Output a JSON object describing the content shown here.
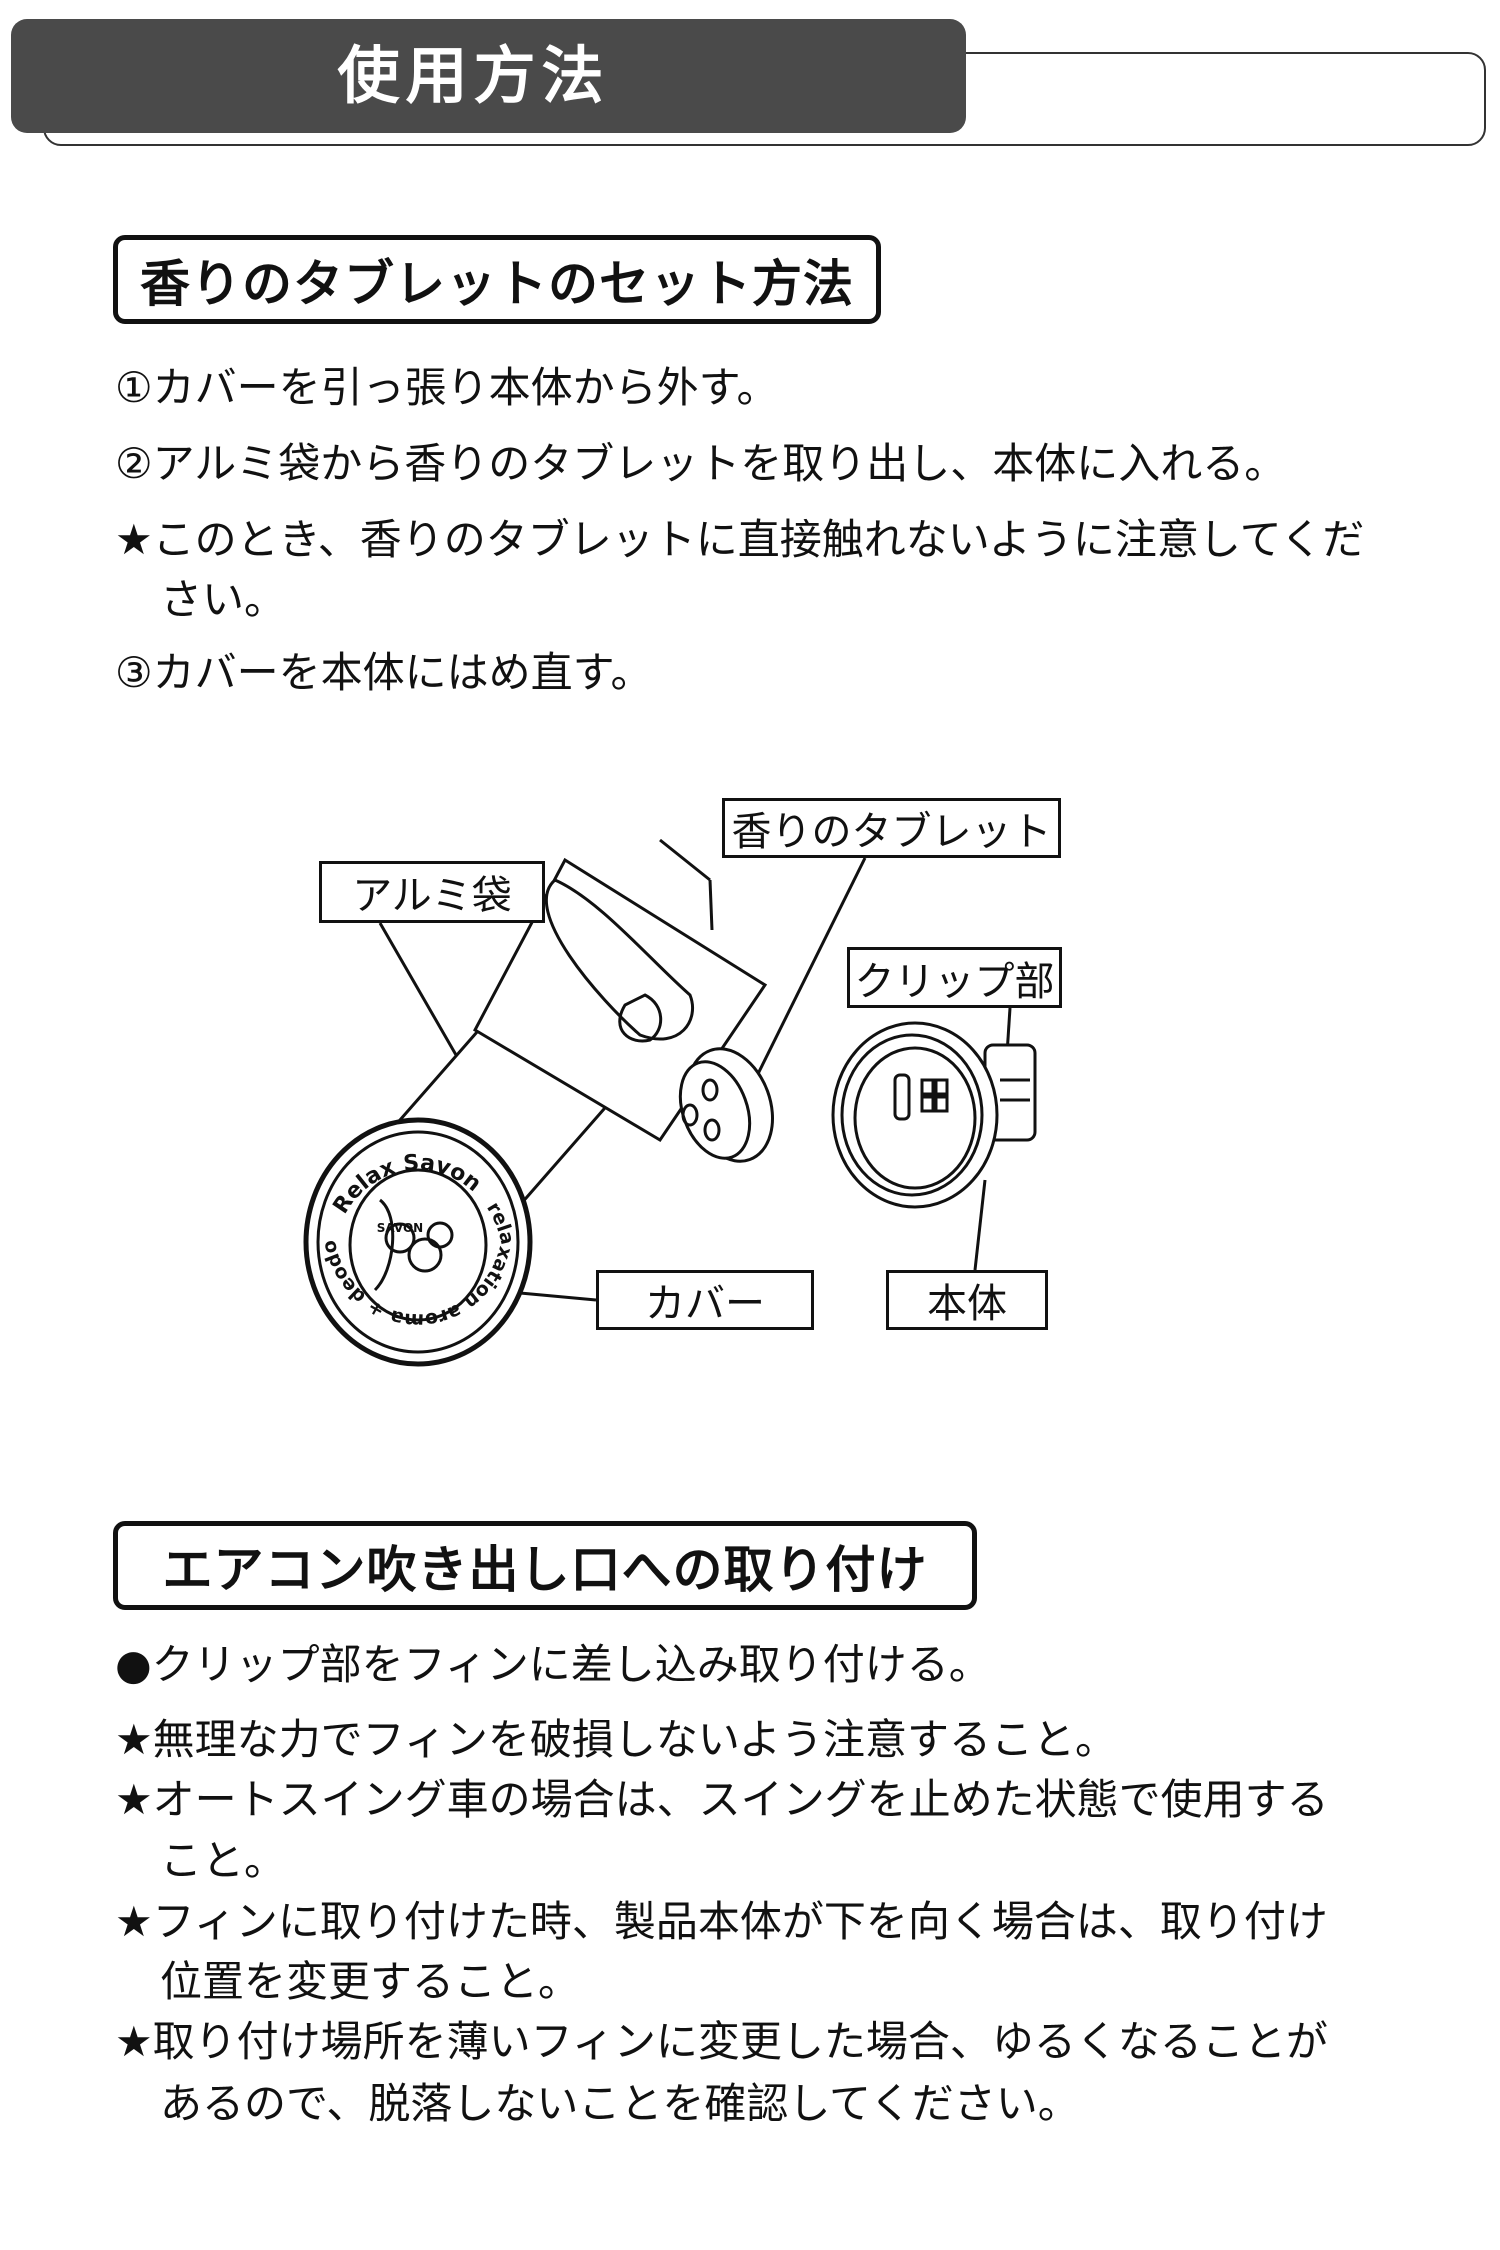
{
  "header": {
    "title": "使用方法"
  },
  "section1": {
    "heading": "香りのタブレットのセット方法",
    "lines": [
      "①カバーを引っ張り本体から外す。",
      "②アルミ袋から香りのタブレットを取り出し、本体に入れる。",
      "★このとき、香りのタブレットに直接触れないように注意してくだ",
      "さい。",
      "③カバーを本体にはめ直す。"
    ]
  },
  "illustration": {
    "labels": {
      "aluminum_bag": "アルミ袋",
      "tablet": "香りのタブレット",
      "clip": "クリップ部",
      "cover": "カバー",
      "body": "本体"
    },
    "cover_print": {
      "top": "Relax Savon",
      "right": "relaxation aroma + deodorant",
      "badge": "SAVON"
    }
  },
  "section2": {
    "heading": "エアコン吹き出し口への取り付け",
    "lines": [
      "●クリップ部をフィンに差し込み取り付ける。",
      "★無理な力でフィンを破損しないよう注意すること。",
      "★オートスイング車の場合は、スイングを止めた状態で使用する",
      "こと。",
      "★フィンに取り付けた時、製品本体が下を向く場合は、取り付け",
      "位置を変更すること。",
      "★取り付け場所を薄いフィンに変更した場合、ゆるくなることが",
      "あるので、脱落しないことを確認してください。"
    ]
  }
}
